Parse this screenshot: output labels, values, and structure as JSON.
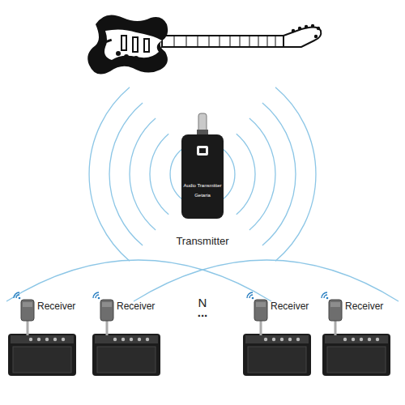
{
  "diagram": {
    "labels": [
      "Audio Transmitter",
      "Getaria",
      "Transmitter",
      "N",
      "...",
      "Receiver",
      "Receiver",
      "Receiver",
      "Receiver"
    ]
  }
}
